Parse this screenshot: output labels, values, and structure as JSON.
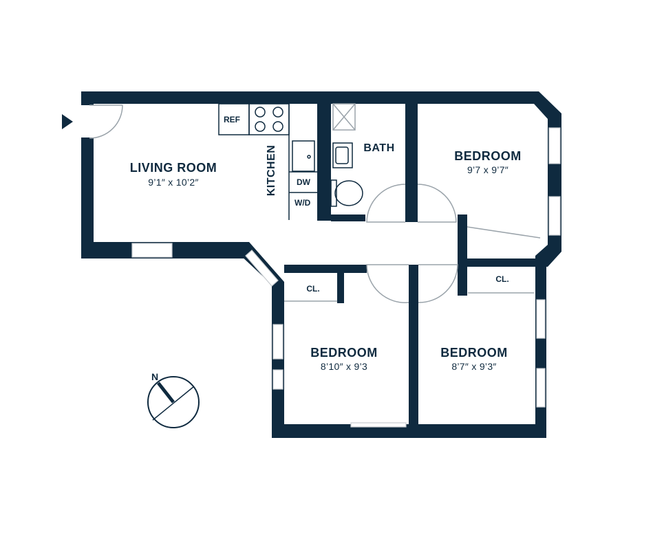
{
  "rooms": {
    "living": {
      "name": "LIVING ROOM",
      "dims": "9’1″ x 10’2″"
    },
    "kitchen": {
      "name": "KITCHEN"
    },
    "bath": {
      "name": "BATH"
    },
    "bedroom_ne": {
      "name": "BEDROOM",
      "dims": "9’7 x 9’7″"
    },
    "bedroom_sw": {
      "name": "BEDROOM",
      "dims": "8’10″ x 9’3"
    },
    "bedroom_se": {
      "name": "BEDROOM",
      "dims": "8’7″ x 9’3″"
    }
  },
  "fixtures": {
    "ref": "REF",
    "dw": "DW",
    "wd": "W/D"
  },
  "closets": {
    "sw": "CL.",
    "se": "CL."
  },
  "compass": {
    "north": "N"
  },
  "colors": {
    "wall": "#0f2a3f",
    "window": "#ffffff",
    "door_swing": "#9aa3aa"
  }
}
